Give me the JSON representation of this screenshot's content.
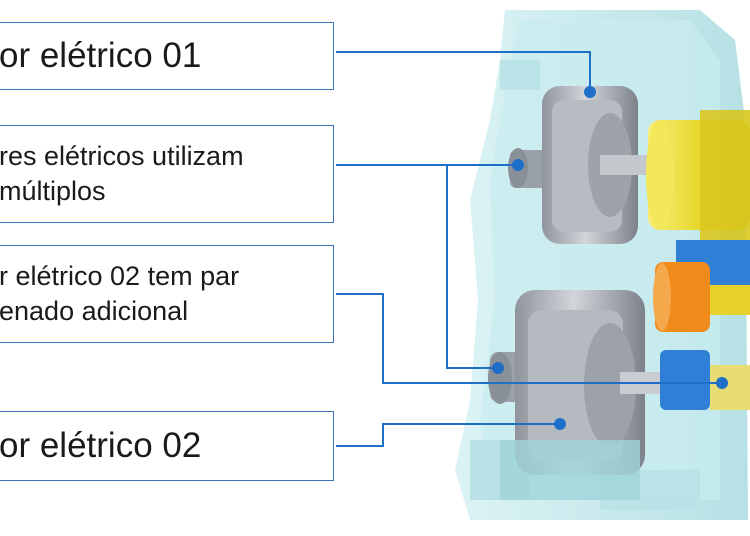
{
  "labels": {
    "motor1": [
      "or elétrico 01"
    ],
    "multi": [
      "res elétricos utilizam",
      "múltiplos"
    ],
    "motor2_gear": [
      "r elétrico 02 tem par",
      "enado adicional"
    ],
    "motor2": [
      "or elétrico 02"
    ]
  },
  "colors": {
    "box_border": "#3b6fb6",
    "leader_line": "#1f6fc9",
    "housing": "#bfe6ea",
    "motor_gray": "#a9adb5",
    "gear_yellow": "#efe23a",
    "gear_orange": "#f08a1a",
    "gear_blue": "#2f7fd6"
  }
}
